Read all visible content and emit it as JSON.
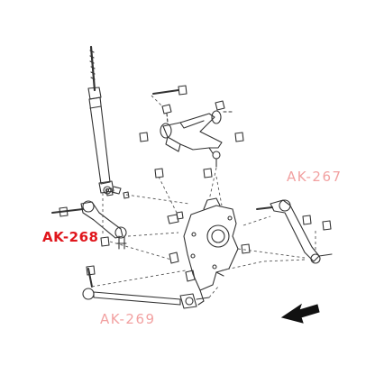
{
  "labels": {
    "ak267": "AK-267",
    "ak268": "AK-268",
    "ak269": "AK-269"
  },
  "colors": {
    "highlight": "#e0161c",
    "faded": "#f2a1a1",
    "line": "#333333",
    "dash": "#555555"
  },
  "icons": {
    "direction": "arrow-left-down-icon"
  }
}
